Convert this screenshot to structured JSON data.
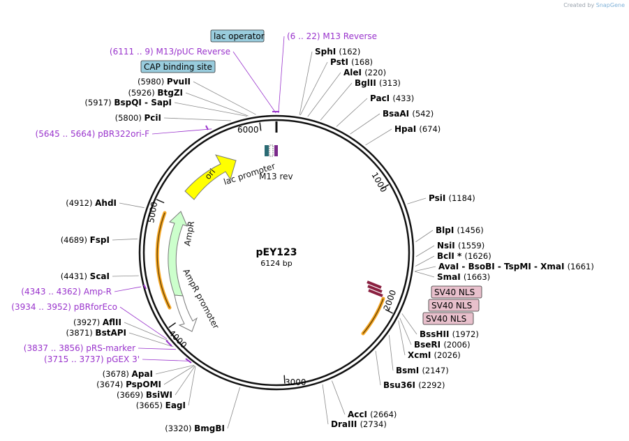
{
  "credit": {
    "prefix": "Created by",
    "brand": "SnapGene"
  },
  "plasmid": {
    "name": "pEY123",
    "length": "6124 bp"
  },
  "ticks": [
    "1000",
    "2000",
    "3000",
    "4000",
    "5000",
    "6000"
  ],
  "features_text": {
    "ori": "ori",
    "lac_promoter": "lac promoter",
    "m13_rev": "M13 rev",
    "ampr": "AmpR",
    "ampr_promoter": "AmpR promoter"
  },
  "boxed": {
    "lac_operator": "lac operator",
    "cap_site": "CAP binding site",
    "sv40_1": "SV40 NLS",
    "sv40_2": "SV40 NLS",
    "sv40_3": "SV40 NLS"
  },
  "primers": {
    "m13_reverse": {
      "name": "M13 Reverse",
      "pos": "(6 .. 22)"
    },
    "m13puc_reverse": {
      "name": "M13/pUC Reverse",
      "pos": "(6111 .. 9)"
    },
    "pbr322ori": {
      "name": "pBR322ori-F",
      "pos": "(5645 .. 5664)"
    },
    "ampr_primer": {
      "name": "Amp-R",
      "pos": "(4343 .. 4362)"
    },
    "pbrforeco": {
      "name": "pBRforEco",
      "pos": "(3934 .. 3952)"
    },
    "prs_marker": {
      "name": "pRS-marker",
      "pos": "(3837 .. 3856)"
    },
    "pgex3": {
      "name": "pGEX 3'",
      "pos": "(3715 .. 3737)"
    }
  },
  "enzymes": {
    "sphi": {
      "name": "SphI",
      "pos": "(162)"
    },
    "psti": {
      "name": "PstI",
      "pos": "(168)"
    },
    "alei": {
      "name": "AleI",
      "pos": "(220)"
    },
    "bglii": {
      "name": "BglII",
      "pos": "(313)"
    },
    "paci": {
      "name": "PacI",
      "pos": "(433)"
    },
    "bsaai": {
      "name": "BsaAI",
      "pos": "(542)"
    },
    "hpai": {
      "name": "HpaI",
      "pos": "(674)"
    },
    "psii": {
      "name": "PsiI",
      "pos": "(1184)"
    },
    "blpi": {
      "name": "BlpI",
      "pos": "(1456)"
    },
    "nsii": {
      "name": "NsiI",
      "pos": "(1559)"
    },
    "bcli": {
      "name": "BclI *",
      "pos": "(1626)"
    },
    "avai_group": {
      "name": "AvaI  -  BsoBI  -  TspMI  -  XmaI",
      "pos": "(1661)"
    },
    "smai": {
      "name": "SmaI",
      "pos": "(1663)"
    },
    "bsshii": {
      "name": "BssHII",
      "pos": "(1972)"
    },
    "bseri": {
      "name": "BseRI",
      "pos": "(2006)"
    },
    "xcmi": {
      "name": "XcmI",
      "pos": "(2026)"
    },
    "bsmi": {
      "name": "BsmI",
      "pos": "(2147)"
    },
    "bsu36i": {
      "name": "Bsu36I",
      "pos": "(2292)"
    },
    "acci": {
      "name": "AccI",
      "pos": "(2664)"
    },
    "draiii": {
      "name": "DraIII",
      "pos": "(2734)"
    },
    "bmgbi": {
      "name": "BmgBI",
      "pos": "(3320)"
    },
    "eagi": {
      "name": "EagI",
      "pos": "(3665)"
    },
    "bsiwi": {
      "name": "BsiWI",
      "pos": "(3669)"
    },
    "pspomi": {
      "name": "PspOMI",
      "pos": "(3674)"
    },
    "apai": {
      "name": "ApaI",
      "pos": "(3678)"
    },
    "bstapi": {
      "name": "BstAPI",
      "pos": "(3871)"
    },
    "aflii": {
      "name": "AflII",
      "pos": "(3927)"
    },
    "scai": {
      "name": "ScaI",
      "pos": "(4431)"
    },
    "fspi": {
      "name": "FspI",
      "pos": "(4689)"
    },
    "ahdi": {
      "name": "AhdI",
      "pos": "(4912)"
    },
    "pcii": {
      "name": "PciI",
      "pos": "(5800)"
    },
    "bspqi_group": {
      "name": "BspQI  -  SapI",
      "pos": "(5917)"
    },
    "btgzi": {
      "name": "BtgZI",
      "pos": "(5926)"
    },
    "pvuii": {
      "name": "PvuII",
      "pos": "(5980)"
    }
  },
  "colors": {
    "backbone": "#111111",
    "ori": "#ffff00",
    "ampr": "#ccffcc",
    "orange_band": "#f5a623",
    "primer": "#9933cc",
    "sv40_box": "#e8c0cc",
    "operator_box": "#99ccdd"
  }
}
